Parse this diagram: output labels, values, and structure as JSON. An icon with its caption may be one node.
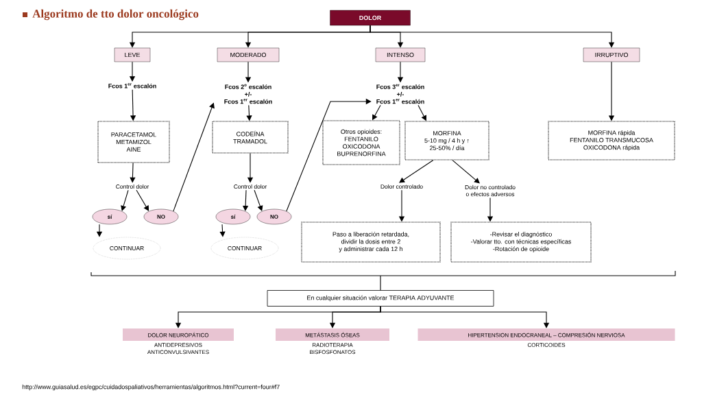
{
  "diagram": {
    "title": "Algoritmo de tto dolor oncológico",
    "nodes": [
      {
        "text": [
          "DOLOR"
        ]
      },
      {
        "text": [
          "LEVE"
        ]
      },
      {
        "text": [
          "MODERADO"
        ]
      },
      {
        "text": [
          "INTENSO"
        ]
      },
      {
        "text": [
          "IRRUPTIVO"
        ]
      },
      {
        "text": [
          "Fcos 1$^{er}$ escalón"
        ]
      },
      {
        "text": [
          "Fcos 2$^{o}$ escalón +/- Fcos 1$^{er}$ escalón"
        ]
      },
      {
        "text": [
          "Fcos 3$^{er}$ escalón +/- Fcos 1$^{er}$ escalón"
        ]
      },
      {
        "text": [
          "PARACETAMOL METAMIZOL AINE"
        ]
      },
      {
        "text": [
          "CODEÍNA TRAMADOL"
        ]
      },
      {
        "text": [
          "Otros opioides: FENTANILO OXICODONA BUPRENORFINA"
        ]
      },
      {
        "text": [
          "MORFINA 5-10 mg / 4 h y ↑ 25-50% / día"
        ]
      },
      {
        "text": [
          "MORFINA rápida FENTANILO TRANSMUCOSA OXICODONA rápida"
        ]
      },
      {
        "text": [
          "Control dolor"
        ]
      },
      {
        "text": [
          "sí"
        ]
      },
      {
        "text": [
          "NO"
        ]
      },
      {
        "text": [
          "CONTINUAR"
        ]
      },
      {
        "text": [
          "Control dolor"
        ]
      },
      {
        "text": [
          "sí"
        ]
      },
      {
        "text": [
          "NO"
        ]
      },
      {
        "text": [
          "CONTINUAR"
        ]
      },
      {
        "text": [
          "Dolor controlado"
        ]
      },
      {
        "text": [
          "Dolor no controlado o efectos adversos"
        ]
      },
      {
        "text": [
          "Paso a liberación retardada, dividir la dosis entre 2 y administrar cada 12 h"
        ]
      },
      {
        "text": [
          "-Revisar el diagnóstico -Valorar tto. con técnicas específicas -Rotación de opioide"
        ]
      },
      {
        "text": [
          "En cualquier situación valorar TERAPIA  ADYUVANTE"
        ]
      },
      {
        "text": [
          "DOLOR NEUROPÁTICO",
          "ANTIDEPRESIVOS ANTICONVULSIVANTES"
        ]
      },
      {
        "text": [
          "METÁSTASIS ÓSEAS",
          "RADIOTERAPIA BISFOSFONATOS"
        ]
      },
      {
        "text": [
          "HIPERTENSION ENDOCRANEAL – COMPRESIÓN NERVIOSA",
          "CORTICOIDES"
        ]
      }
    ],
    "edges": [
      {
        "from": 0,
        "to": 1,
        "arrow": "to"
      },
      {
        "from": 0,
        "to": 2,
        "arrow": "to"
      },
      {
        "from": 0,
        "to": 3,
        "arrow": "to"
      },
      {
        "from": 0,
        "to": 4,
        "arrow": "to"
      },
      {
        "from": 1,
        "to": 5,
        "arrow": "to"
      },
      {
        "from": 2,
        "to": 6,
        "arrow": "to"
      },
      {
        "from": 3,
        "to": 7,
        "arrow": "to"
      },
      {
        "from": 4,
        "to": 12,
        "arrow": "to"
      },
      {
        "from": 5,
        "to": 8,
        "arrow": "to"
      },
      {
        "from": 6,
        "to": 9,
        "arrow": "to"
      },
      {
        "from": 7,
        "to": 10,
        "arrow": "to"
      },
      {
        "from": 7,
        "to": 11,
        "arrow": "to"
      },
      {
        "from": 8,
        "to": 13,
        "arrow": "to"
      },
      {
        "from": 9,
        "to": 17,
        "arrow": "to"
      },
      {
        "from": 13,
        "to": 14,
        "arrow": "to"
      },
      {
        "from": 13,
        "to": 15,
        "arrow": "to"
      },
      {
        "from": 17,
        "to": 18,
        "arrow": "to"
      },
      {
        "from": 17,
        "to": 19,
        "arrow": "to"
      },
      {
        "from": 14,
        "to": 16,
        "arrow": "to"
      },
      {
        "from": 18,
        "to": 20,
        "arrow": "to"
      },
      {
        "from": 15,
        "to": 6,
        "arrow": "to"
      },
      {
        "from": 19,
        "to": 7,
        "arrow": "to"
      },
      {
        "from": 11,
        "to": 21,
        "arrow": "to"
      },
      {
        "from": 11,
        "to": 22,
        "arrow": "to"
      },
      {
        "from": 21,
        "to": 23,
        "arrow": "to"
      },
      {
        "from": 22,
        "to": 24,
        "arrow": "to"
      },
      {
        "from": null,
        "to": 25,
        "arrow": "none"
      },
      {
        "from": 25,
        "to": 26,
        "arrow": "to"
      },
      {
        "from": 25,
        "to": 27,
        "arrow": "to"
      },
      {
        "from": 25,
        "to": 28,
        "arrow": "to"
      }
    ],
    "labels": [
      "http://www.guiasalud.es/egpc/cuidadospaliativos/herramientas/algoritmos.html?current=four#f7"
    ]
  }
}
